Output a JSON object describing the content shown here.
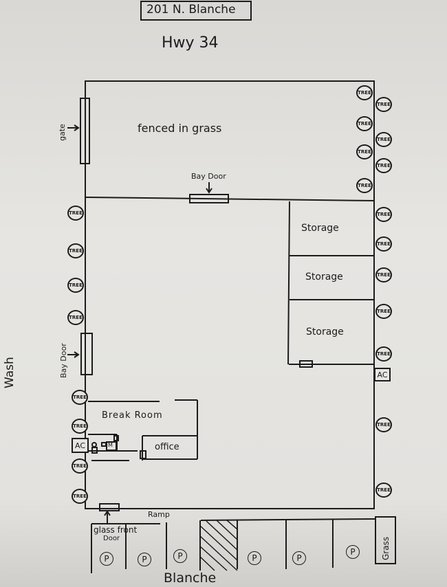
{
  "header": {
    "address": "201 N. Blanche",
    "north_street": "Hwy 34"
  },
  "streets": {
    "west": "Wash",
    "south": "Blanche"
  },
  "areas": {
    "fenced_grass": "fenced in grass",
    "gate": "gate",
    "bay_door_top": "Bay Door",
    "bay_door_side": "Bay Door",
    "storage": [
      "Storage",
      "Storage",
      "Storage"
    ],
    "break_room": "Break Room",
    "office": "office",
    "microwave": "M",
    "ac": "AC",
    "ramp": "Ramp",
    "front_door_line1": "glass front",
    "front_door_line2": "Door",
    "grass_strip": "Grass"
  },
  "tree_label": "TREE",
  "parking_label": "P"
}
